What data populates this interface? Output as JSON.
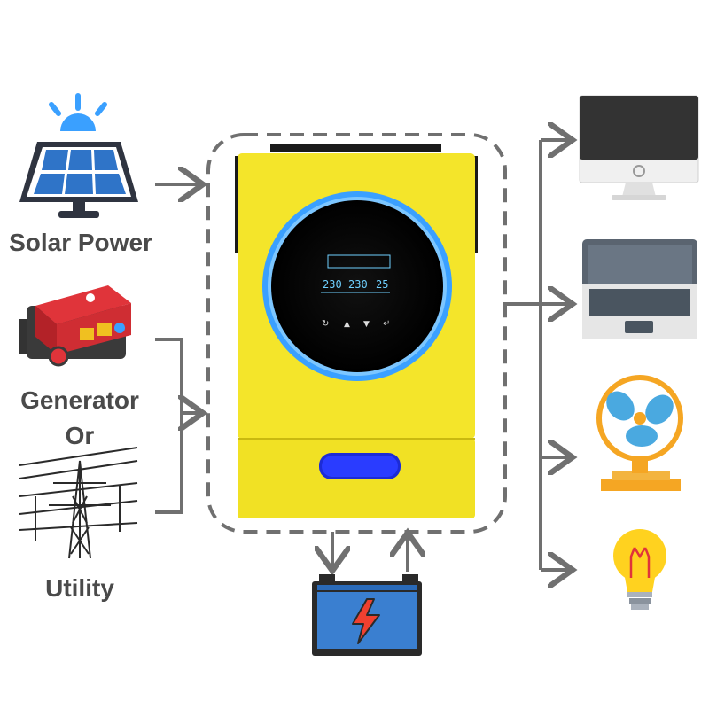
{
  "sources": {
    "solar": {
      "label": "Solar Power",
      "icon": "solar-panel-icon"
    },
    "generator": {
      "label": "Generator"
    },
    "or_label": "Or",
    "utility": {
      "label": "Utility",
      "icon": "power-tower-icon"
    }
  },
  "inverter": {
    "icon": "hybrid-inverter-icon",
    "lcd_readings": [
      "230",
      "230",
      "25"
    ]
  },
  "battery": {
    "icon": "battery-icon"
  },
  "loads": [
    "monitor-icon",
    "laptop-icon",
    "fan-icon",
    "light-bulb-icon"
  ],
  "colors": {
    "inverter_body": "#f4e52a",
    "ring": "#3aa0ff",
    "arrow": "#707070",
    "generator_red": "#e0343a",
    "battery_blue": "#3a7fd0",
    "bulb_yellow": "#ffd21f",
    "fan_blue": "#4aa9e0"
  }
}
